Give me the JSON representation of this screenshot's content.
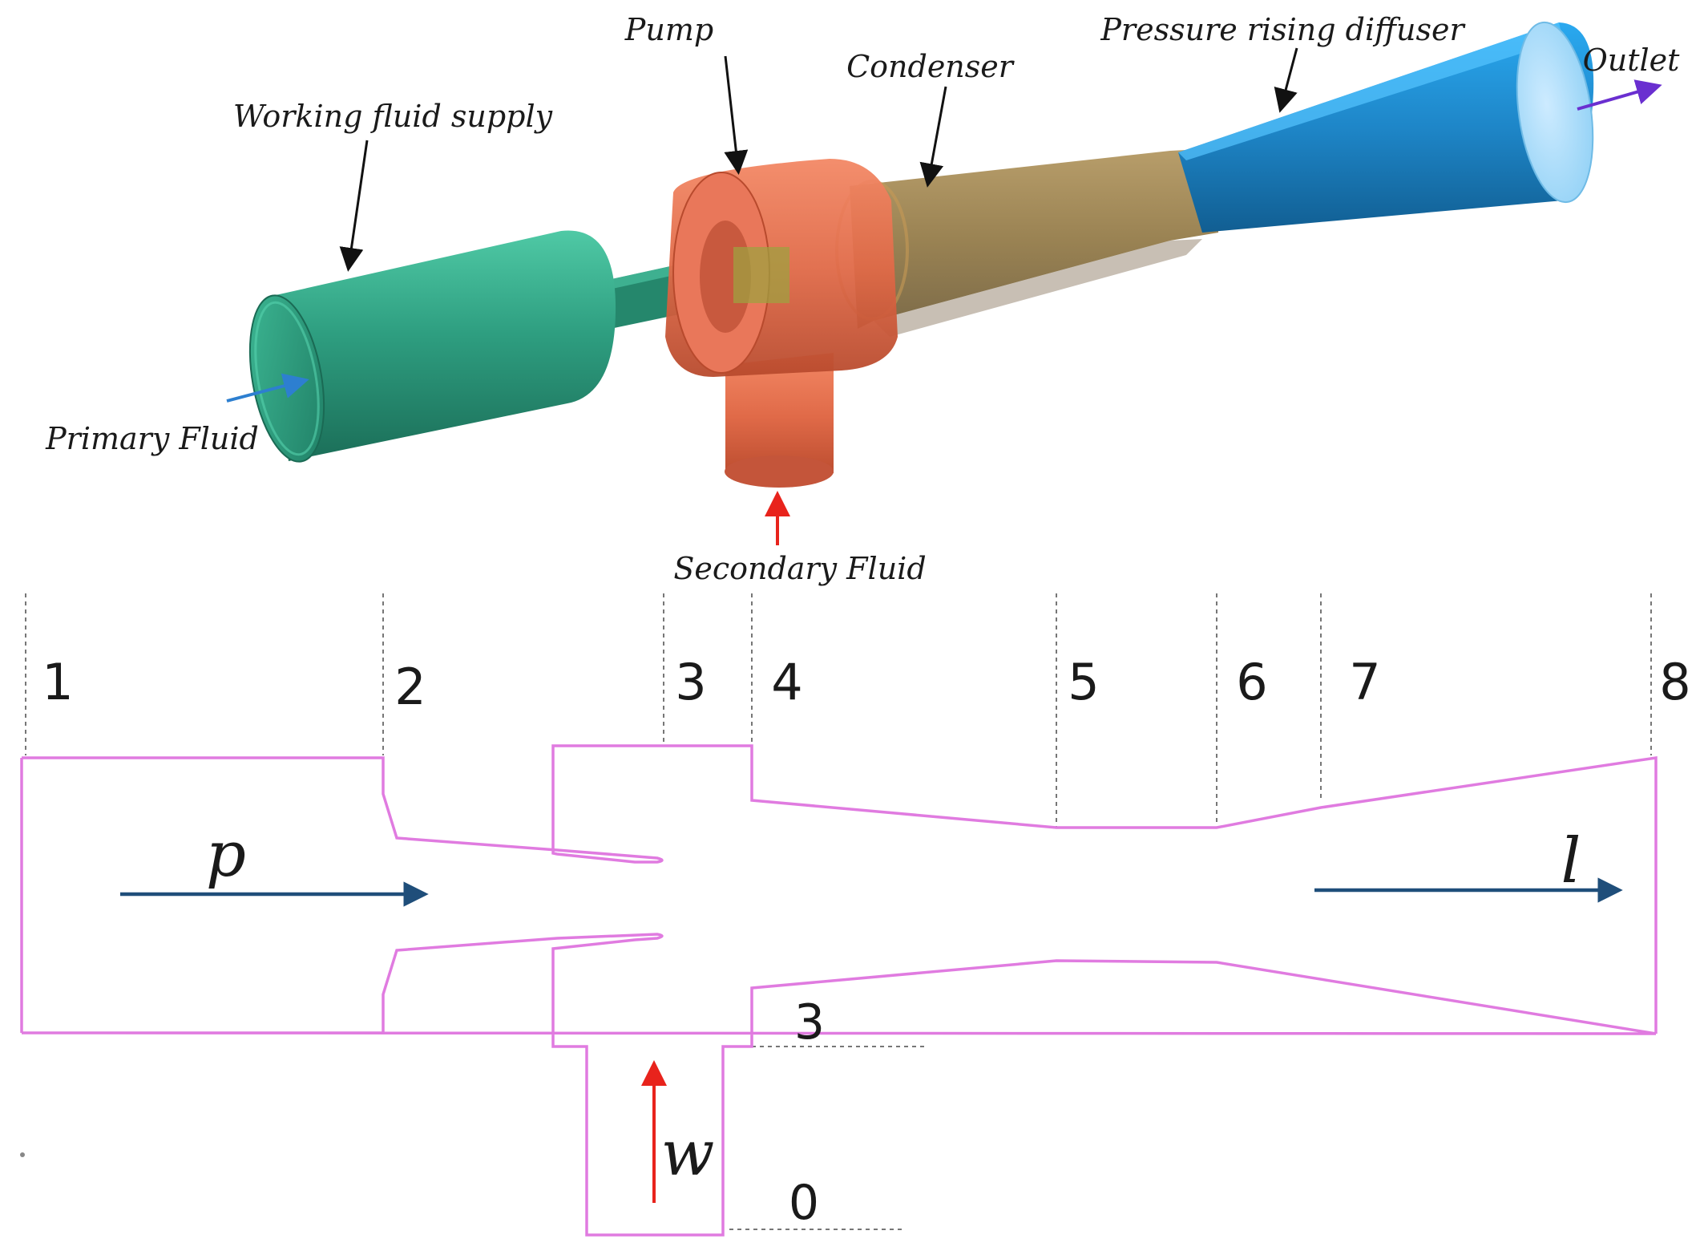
{
  "labels": {
    "pump": "Pump",
    "condenser": "Condenser",
    "diffuser": "Pressure rising diffuser",
    "working_fluid_supply": "Working fluid supply",
    "outlet": "Outlet",
    "primary_fluid": "Primary Fluid",
    "secondary_fluid": "Secondary Fluid"
  },
  "sections": [
    "1",
    "2",
    "3",
    "4",
    "5",
    "6",
    "7",
    "8"
  ],
  "flows": {
    "primary": "p",
    "leaving": "l",
    "secondary": "w"
  },
  "levels": {
    "upper": "3",
    "lower": "0"
  },
  "colors": {
    "supply": "#2e9e80",
    "pump": "#e06a48",
    "condenser": "#8f7540",
    "diffuser": "#1e86c8",
    "outline": "#e07be0",
    "flow_arrow": "#1f4e7a",
    "secondary_arrow": "#e8231c",
    "primary_arrow": "#2d7fd0",
    "outlet_arrow": "#6a2fd0",
    "leader": "#111111",
    "guide": "#777777"
  }
}
